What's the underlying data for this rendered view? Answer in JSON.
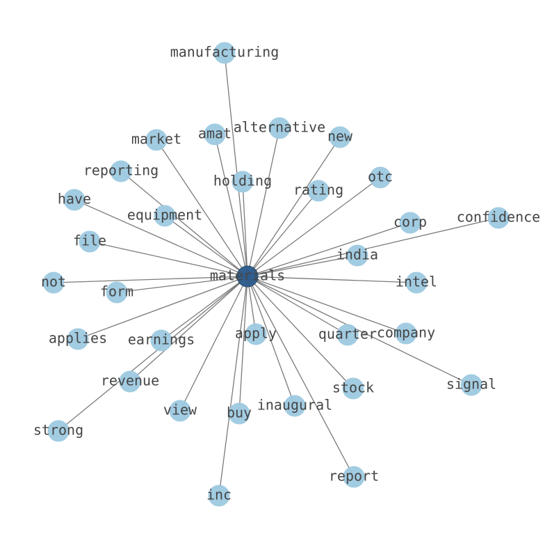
{
  "graph": {
    "center": {
      "id": "materials",
      "label": "materials"
    },
    "nodes": [
      {
        "id": "manufacturing",
        "label": "manufacturing"
      },
      {
        "id": "amat",
        "label": "amat"
      },
      {
        "id": "alternative",
        "label": "alternative"
      },
      {
        "id": "new",
        "label": "new"
      },
      {
        "id": "market",
        "label": "market"
      },
      {
        "id": "reporting",
        "label": "reporting"
      },
      {
        "id": "holding",
        "label": "holding"
      },
      {
        "id": "rating",
        "label": "rating"
      },
      {
        "id": "otc",
        "label": "otc"
      },
      {
        "id": "have",
        "label": "have"
      },
      {
        "id": "equipment",
        "label": "equipment"
      },
      {
        "id": "corp",
        "label": "corp"
      },
      {
        "id": "confidence",
        "label": "confidence"
      },
      {
        "id": "file",
        "label": "file"
      },
      {
        "id": "india",
        "label": "india"
      },
      {
        "id": "not",
        "label": "not"
      },
      {
        "id": "form",
        "label": "form"
      },
      {
        "id": "intel",
        "label": "intel"
      },
      {
        "id": "applies",
        "label": "applies"
      },
      {
        "id": "earnings",
        "label": "earnings"
      },
      {
        "id": "apply",
        "label": "apply"
      },
      {
        "id": "quarter",
        "label": "quarter"
      },
      {
        "id": "company",
        "label": "company"
      },
      {
        "id": "revenue",
        "label": "revenue"
      },
      {
        "id": "stock",
        "label": "stock"
      },
      {
        "id": "signal",
        "label": "signal"
      },
      {
        "id": "view",
        "label": "view"
      },
      {
        "id": "buy",
        "label": "buy"
      },
      {
        "id": "inaugural",
        "label": "inaugural"
      },
      {
        "id": "strong",
        "label": "strong"
      },
      {
        "id": "report",
        "label": "report"
      },
      {
        "id": "inc",
        "label": "inc"
      }
    ],
    "edges": [
      [
        "materials",
        "manufacturing"
      ],
      [
        "materials",
        "amat"
      ],
      [
        "materials",
        "alternative"
      ],
      [
        "materials",
        "new"
      ],
      [
        "materials",
        "market"
      ],
      [
        "materials",
        "reporting"
      ],
      [
        "materials",
        "holding"
      ],
      [
        "materials",
        "rating"
      ],
      [
        "materials",
        "otc"
      ],
      [
        "materials",
        "have"
      ],
      [
        "materials",
        "equipment"
      ],
      [
        "materials",
        "corp"
      ],
      [
        "materials",
        "confidence"
      ],
      [
        "materials",
        "file"
      ],
      [
        "materials",
        "india"
      ],
      [
        "materials",
        "not"
      ],
      [
        "materials",
        "form"
      ],
      [
        "materials",
        "intel"
      ],
      [
        "materials",
        "applies"
      ],
      [
        "materials",
        "earnings"
      ],
      [
        "materials",
        "apply"
      ],
      [
        "materials",
        "quarter"
      ],
      [
        "materials",
        "company"
      ],
      [
        "materials",
        "revenue"
      ],
      [
        "materials",
        "stock"
      ],
      [
        "materials",
        "signal"
      ],
      [
        "materials",
        "view"
      ],
      [
        "materials",
        "buy"
      ],
      [
        "materials",
        "inaugural"
      ],
      [
        "materials",
        "strong"
      ],
      [
        "materials",
        "report"
      ],
      [
        "materials",
        "inc"
      ]
    ],
    "colors": {
      "node": "#9ecae1",
      "center_node": "#2b5a8c",
      "edge": "#7a7a7a",
      "label": "#454545"
    }
  }
}
